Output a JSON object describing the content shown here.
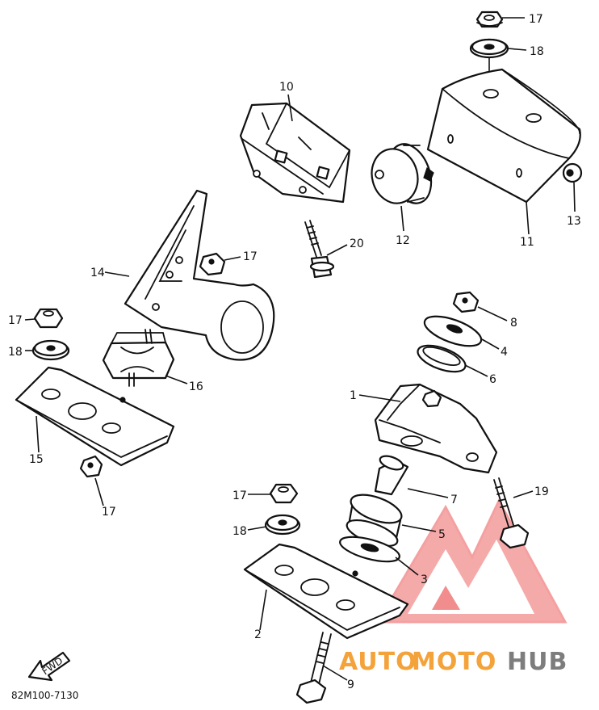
{
  "diagram_code": "82M100-7130",
  "fwd_arrow_label": "FWD",
  "watermark": {
    "part1": "AUTO",
    "part2": "MOTO",
    "part3": "HUB",
    "color_orange": "#f4a23a",
    "color_gray": "#7d7d7d",
    "color_red": "#f06a6a"
  },
  "callouts": {
    "c1": "1",
    "c2": "2",
    "c3": "3",
    "c4": "4",
    "c5": "5",
    "c6": "6",
    "c7": "7",
    "c8": "8",
    "c9": "9",
    "c10": "10",
    "c11": "11",
    "c12": "12",
    "c13": "13",
    "c14": "14",
    "c15": "15",
    "c16": "16",
    "c17a": "17",
    "c17b": "17",
    "c17c": "17",
    "c17d": "17",
    "c17e": "17",
    "c18a": "18",
    "c18b": "18",
    "c18c": "18",
    "c19": "19",
    "c20": "20"
  }
}
